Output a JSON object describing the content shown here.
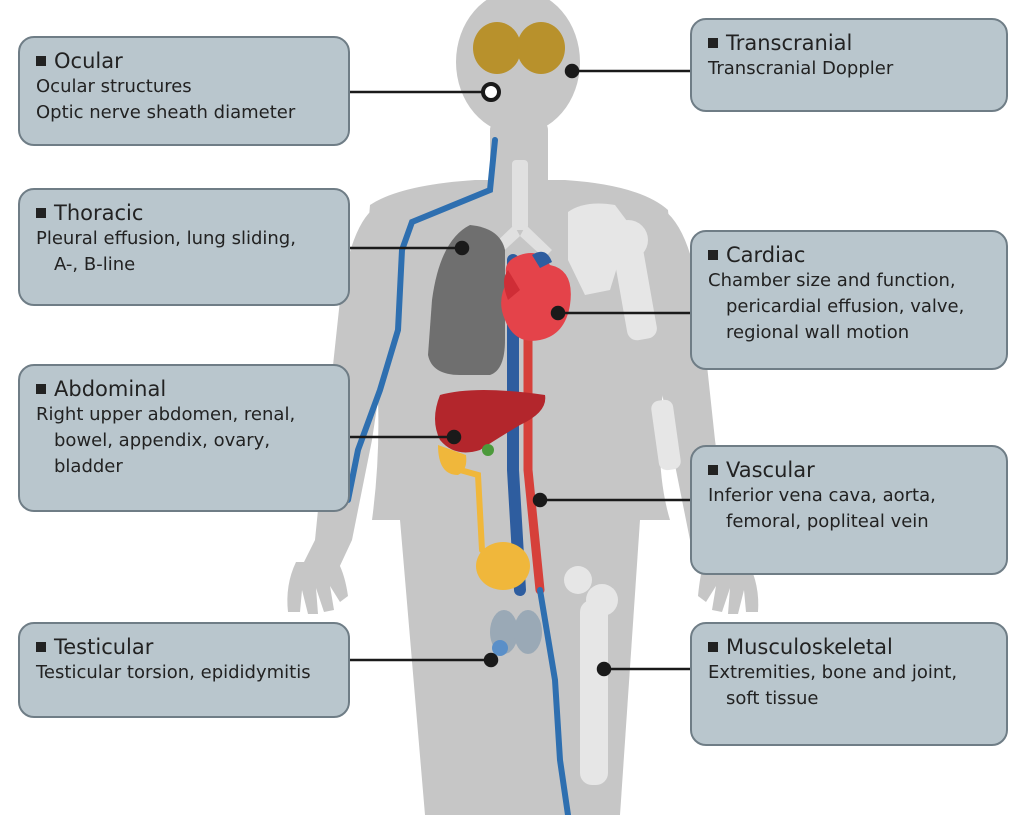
{
  "callouts": {
    "ocular": {
      "title": "Ocular",
      "lines": [
        "Ocular structures",
        "Optic nerve sheath diameter"
      ]
    },
    "transcranial": {
      "title": "Transcranial",
      "lines": [
        "Transcranial Doppler"
      ]
    },
    "thoracic": {
      "title": "Thoracic",
      "lines": [
        "Pleural effusion, lung sliding,",
        "A-, B-line"
      ]
    },
    "cardiac": {
      "title": "Cardiac",
      "lines": [
        "Chamber size and function,",
        "pericardial effusion, valve,",
        "regional wall motion"
      ]
    },
    "abdominal": {
      "title": "Abdominal",
      "lines": [
        "Right upper abdomen, renal,",
        "bowel, appendix, ovary,",
        "bladder"
      ]
    },
    "vascular": {
      "title": "Vascular",
      "lines": [
        "Inferior vena cava, aorta,",
        "femoral, popliteal vein"
      ]
    },
    "testicular": {
      "title": "Testicular",
      "lines": [
        "Testicular torsion, epididymitis"
      ]
    },
    "musculoskeletal": {
      "title": "Musculoskeletal",
      "lines": [
        "Extremities, bone and joint,",
        "soft tissue"
      ]
    }
  },
  "colors": {
    "body": "#c6c6c6",
    "callout_fill": "#b9c6cd",
    "callout_border": "#6f7d86",
    "brain": "#b8912c",
    "lung": "#6f6f6f",
    "heart": "#e4434a",
    "liver": "#b3262c",
    "vein": "#2e6fb0",
    "artery": "#d6403a",
    "bladder": "#f0b73b",
    "bone": "#e6e6e6",
    "connector": "#1a1a1a"
  }
}
